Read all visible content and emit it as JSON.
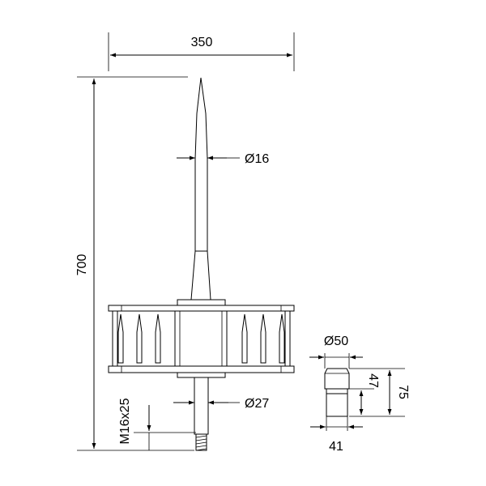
{
  "dimensions": {
    "width": "350",
    "height": "700",
    "rod_diameter": "Ø16",
    "base_diameter": "Ø27",
    "thread": "M16x25",
    "adapter_diameter": "Ø50",
    "adapter_inner_height": "47",
    "adapter_total_height": "75",
    "adapter_base_width": "41"
  }
}
